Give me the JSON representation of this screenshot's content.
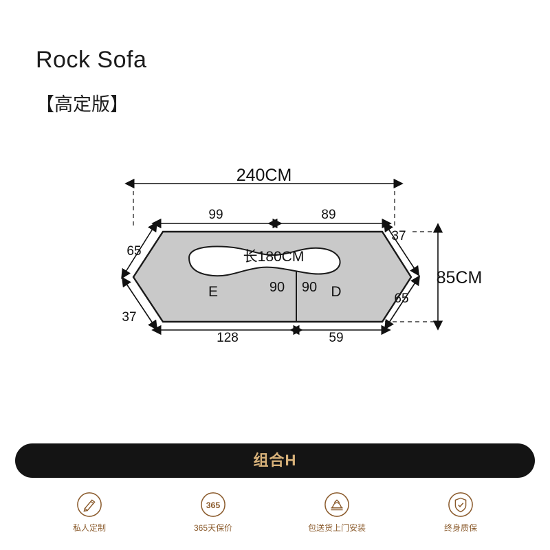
{
  "product": {
    "title": "Rock Sofa",
    "subtitle": "【高定版】"
  },
  "diagram": {
    "total_width_label": "240CM",
    "total_height_label": "85CM",
    "top_left_segment": "99",
    "top_right_segment": "89",
    "bottom_left_segment": "128",
    "bottom_right_segment": "59",
    "left_upper_diagonal": "65",
    "left_lower_diagonal": "37",
    "right_upper_diagonal": "37",
    "right_lower_diagonal": "65",
    "inner_cushion_label": "长180CM",
    "left_piece_label": "E",
    "right_piece_label": "D",
    "center_left_label": "90",
    "center_right_label": "90",
    "shape_fill": "#c9c9c9",
    "shape_stroke": "#1a1a1a"
  },
  "banner": {
    "label": "组合H",
    "background": "#141414",
    "text_color": "#d8b27a"
  },
  "features": [
    {
      "icon": "custom-tailor-icon",
      "label": "私人定制"
    },
    {
      "icon": "365-price-protection-icon",
      "label": "365天保价"
    },
    {
      "icon": "free-delivery-install-icon",
      "label": "包送货上门安装"
    },
    {
      "icon": "lifetime-warranty-icon",
      "label": "终身质保"
    }
  ]
}
